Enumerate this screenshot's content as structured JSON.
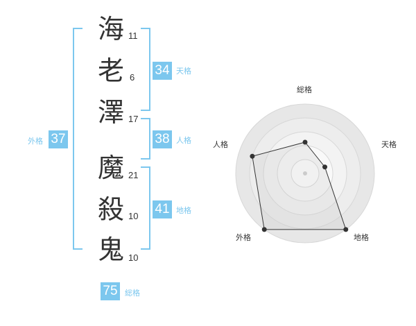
{
  "name": {
    "chars": [
      {
        "char": "海",
        "strokes": "11"
      },
      {
        "char": "老",
        "strokes": "6"
      },
      {
        "char": "澤",
        "strokes": "17"
      },
      {
        "char": "魔",
        "strokes": "21"
      },
      {
        "char": "殺",
        "strokes": "10"
      },
      {
        "char": "鬼",
        "strokes": "10"
      }
    ]
  },
  "fortunes": {
    "tenkaku": {
      "value": "34",
      "label": "天格"
    },
    "jinkaku": {
      "value": "38",
      "label": "人格"
    },
    "chikaku": {
      "value": "41",
      "label": "地格"
    },
    "gaikaku": {
      "value": "37",
      "label": "外格"
    },
    "soukaku": {
      "value": "75",
      "label": "総格"
    }
  },
  "colors": {
    "accent": "#7cc7ee",
    "text": "#333333",
    "polygon": "#333333"
  },
  "chart_data": {
    "type": "radar",
    "axes": [
      "総格",
      "天格",
      "地格",
      "外格",
      "人格"
    ],
    "values": [
      0.45,
      0.3,
      1.0,
      1.0,
      0.8
    ],
    "rings": 5,
    "grid": true
  }
}
